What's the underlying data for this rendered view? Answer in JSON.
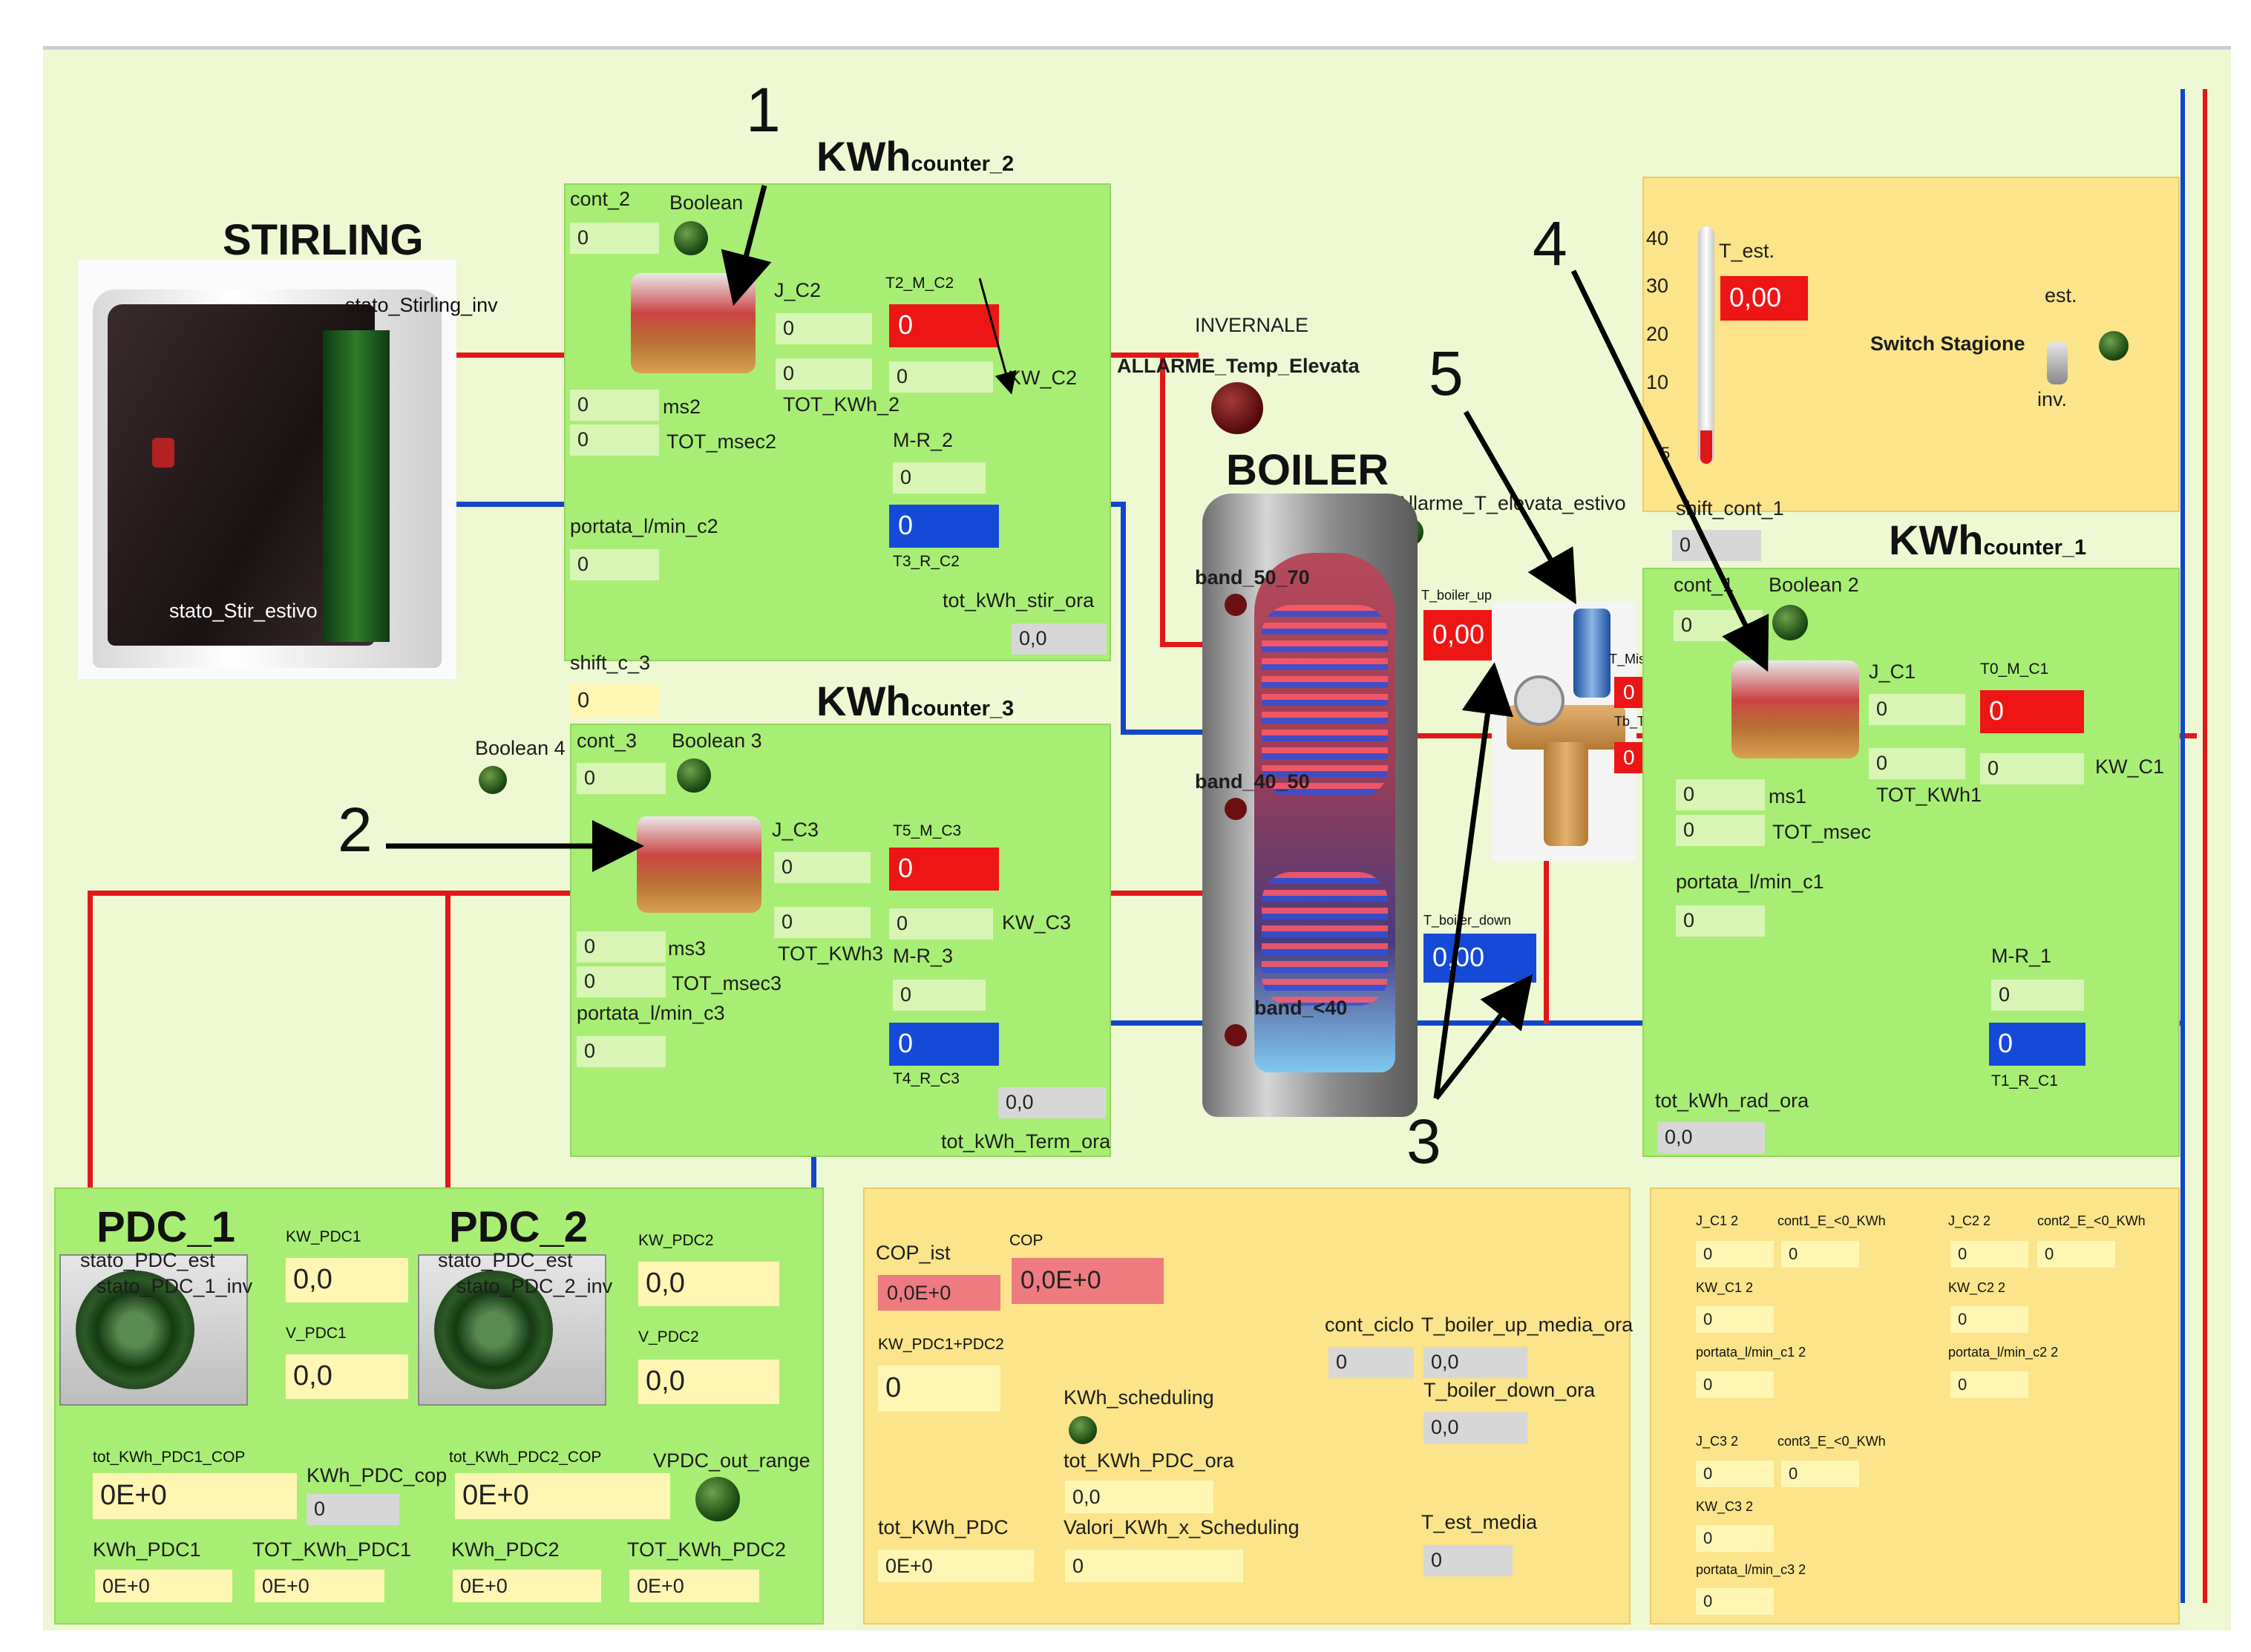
{
  "stirling": {
    "title": "STIRLING",
    "stato_inv": "stato_Stirling_inv",
    "stato_est": "stato_Stir_estivo"
  },
  "callouts": {
    "c1": "1",
    "c2": "2",
    "c3": "3",
    "c4": "4",
    "c5": "5"
  },
  "counter2": {
    "title": "KWh",
    "sub": "counter_2",
    "cont": "cont_2",
    "cont_val": "0",
    "boolean": "Boolean",
    "jc": "J_C2",
    "jc_val": "0",
    "tm": "T2_M_C2",
    "tm_val": "0",
    "ms": "ms2",
    "ms_val": "0",
    "tot_kwh_val": "0",
    "tot_kwh": "TOT_KWh_2",
    "tot_msec": "TOT_msec2",
    "tot_msec_val": "0",
    "kw_val": "0",
    "kw": "KW_C2",
    "mr": "M-R_2",
    "mr_val": "0",
    "portata": "portata_l/min_c2",
    "portata_val": "0",
    "tr_val": "0",
    "tr": "T3_R_C2",
    "tot_ora": "tot_kWh_stir_ora",
    "tot_ora_val": "0,0",
    "shift": "shift_c_3",
    "shift_val": "0"
  },
  "counter3": {
    "title": "KWh",
    "sub": "counter_3",
    "cont": "cont_3",
    "cont_val": "0",
    "boolean": "Boolean 3",
    "boolean4": "Boolean 4",
    "jc": "J_C3",
    "jc_val": "0",
    "tm": "T5_M_C3",
    "tm_val": "0",
    "ms": "ms3",
    "ms_val": "0",
    "tot_kwh_val": "0",
    "tot_kwh": "TOT_KWh3",
    "tot_msec": "TOT_msec3",
    "tot_msec_val": "0",
    "kw_val": "0",
    "kw": "KW_C3",
    "mr": "M-R_3",
    "mr_val": "0",
    "portata": "portata_l/min_c3",
    "portata_val": "0",
    "tr_val": "0",
    "tr": "T4_R_C3",
    "tot_ora": "tot_kWh_Term_ora",
    "tot_ora_val": "0,0"
  },
  "boiler": {
    "title": "BOILER",
    "invernale": "INVERNALE",
    "allarme": "ALLARME_Temp_Elevata",
    "allarme_estivo": "Allarme_T_elevata_estivo",
    "band1": "band_50_70",
    "band2": "band_40_50",
    "band3": "band_<40",
    "t_up": "T_boiler_up",
    "t_up_val": "0,00",
    "t_down": "T_boiler_down",
    "t_down_val": "0,00",
    "t_misc": "T_Misc",
    "t_misc_val": "0",
    "tb_misc": "Tb_T_Misc",
    "tb_misc_val": "0"
  },
  "season": {
    "scale": [
      "40",
      "30",
      "20",
      "10",
      "5"
    ],
    "t_est": "T_est.",
    "t_est_val": "0,00",
    "est": "est.",
    "switch": "Switch Stagione",
    "inv": "inv.",
    "shift": "shift_cont_1",
    "shift_val": "0"
  },
  "counter1": {
    "title": "KWh",
    "sub": "counter_1",
    "cont": "cont_1",
    "cont_val": "0",
    "boolean": "Boolean 2",
    "jc": "J_C1",
    "jc_val": "0",
    "tm": "T0_M_C1",
    "tm_val": "0",
    "ms": "ms1",
    "ms_val": "0",
    "tot_kwh_val": "0",
    "tot_kwh": "TOT_KWh1",
    "tot_msec": "TOT_msec",
    "tot_msec_val": "0",
    "kw_val": "0",
    "kw": "KW_C1",
    "portata": "portata_l/min_c1",
    "portata_val": "0",
    "mr": "M-R_1",
    "mr_val": "0",
    "tr_val": "0",
    "tr": "T1_R_C1",
    "tot_ora": "tot_kWh_rad_ora",
    "tot_ora_val": "0,0"
  },
  "pdc": {
    "title1": "PDC_1",
    "title2": "PDC_2",
    "est1": "stato_PDC_est",
    "inv1": "stato_PDC_1_inv",
    "est2": "stato_PDC_est",
    "inv2": "stato_PDC_2_inv",
    "kw1": "KW_PDC1",
    "kw1_val": "0,0",
    "v1": "V_PDC1",
    "v1_val": "0,0",
    "kw2": "KW_PDC2",
    "kw2_val": "0,0",
    "v2": "V_PDC2",
    "v2_val": "0,0",
    "cop1": "tot_KWh_PDC1_COP",
    "cop1_val": "0E+0",
    "cop2": "tot_KWh_PDC2_COP",
    "cop2_val": "0E+0",
    "kwh_cop": "KWh_PDC_cop",
    "kwh_cop_val": "0",
    "vpdc": "VPDC_out_range",
    "kwh1": "KWh_PDC1",
    "kwh1_val": "0E+0",
    "tot1": "TOT_KWh_PDC1",
    "tot1_val": "0E+0",
    "kwh2": "KWh_PDC2",
    "kwh2_val": "0E+0",
    "tot2": "TOT_KWh_PDC2",
    "tot2_val": "0E+0"
  },
  "cop": {
    "cop_ist": "COP_ist",
    "cop_ist_val": "0,0E+0",
    "cop": "COP",
    "cop_val": "0,0E+0",
    "kw_sum": "KW_PDC1+PDC2",
    "kw_sum_val": "0",
    "kwh_sched": "KWh_scheduling",
    "tot_ora": "tot_KWh_PDC_ora",
    "tot_ora_val": "0,0",
    "valori": "Valori_KWh_x_Scheduling",
    "valori_val": "0",
    "tot_pdc": "tot_KWh_PDC",
    "tot_pdc_val": "0E+0",
    "cont_ciclo": "cont_ciclo",
    "cont_ciclo_val": "0",
    "tb_up_media": "T_boiler_up_media_ora",
    "tb_up_media_val": "0,0",
    "tb_down_ora": "T_boiler_down_ora",
    "tb_down_ora_val": "0,0",
    "t_est_media": "T_est_media",
    "t_est_media_val": "0"
  },
  "sched": {
    "jc12": "J_C1 2",
    "cont1": "cont1_E_<0_KWh",
    "jc22": "J_C2 2",
    "cont2": "cont2_E_<0_KWh",
    "kwc12": "KW_C1 2",
    "kwc22": "KW_C2 2",
    "p12": "portata_l/min_c1 2",
    "p22": "portata_l/min_c2 2",
    "jc32": "J_C3 2",
    "cont3": "cont3_E_<0_KWh",
    "kwc32": "KW_C3 2",
    "p32": "portata_l/min_c3 2",
    "v": "0"
  }
}
